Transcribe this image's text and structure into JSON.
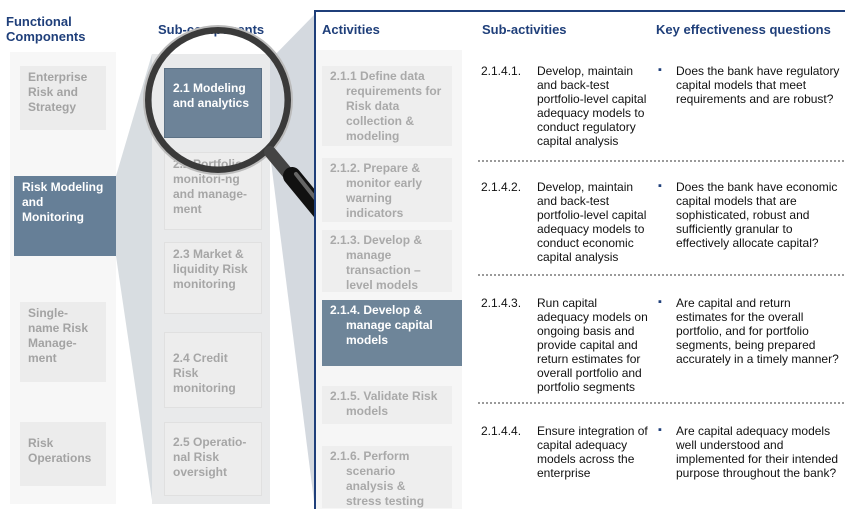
{
  "headers": {
    "functional": "Functional Components",
    "subcomponents": "Sub-components",
    "activities": "Activities",
    "subactivities": "Sub-activities",
    "questions": "Key effectiveness questions"
  },
  "functional_components": [
    {
      "label": "Enterprise Risk and Strategy"
    },
    {
      "label": "Risk Modeling and Monitoring"
    },
    {
      "label": "Single-name Risk Manage-ment"
    },
    {
      "label": "Risk Operations"
    }
  ],
  "subcomponents": [
    {
      "label": "2.1 Modeling and analytics"
    },
    {
      "label": "2.2 Portfolio monitori-ng and manage-ment"
    },
    {
      "label": "2.3 Market & liquidity Risk monitoring"
    },
    {
      "label": "2.4 Credit Risk monitoring"
    },
    {
      "label": "2.5 Operatio-nal Risk oversight"
    }
  ],
  "activities": [
    {
      "label": "2.1.1 Define data requirements for Risk data collection & modeling"
    },
    {
      "label": "2.1.2. Prepare & monitor early warning indicators"
    },
    {
      "label": "2.1.3. Develop & manage transaction – level models"
    },
    {
      "label": "2.1.4. Develop & manage capital models"
    },
    {
      "label": "2.1.5. Validate Risk models"
    },
    {
      "label": "2.1.6. Perform scenario analysis & stress testing"
    }
  ],
  "rows": [
    {
      "num": "2.1.4.1.",
      "text": "Develop, maintain and back-test portfolio-level capital adequacy models to conduct regulatory capital analysis",
      "question": "Does the bank have regulatory capital models that meet requirements and are robust?"
    },
    {
      "num": "2.1.4.2.",
      "text": "Develop, maintain and back-test portfolio-level capital adequacy models to conduct economic capital analysis",
      "question": "Does the bank have economic capital models that are sophisticated, robust and sufficiently granular to effectively allocate capital?"
    },
    {
      "num": "2.1.4.3.",
      "text": "Run capital adequacy models on ongoing basis and provide capital and return estimates for overall portfolio and portfolio segments",
      "question": "Are capital and return estimates for the overall portfolio, and for portfolio segments, being prepared accurately in a timely manner?"
    },
    {
      "num": "2.1.4.4.",
      "text": "Ensure integration of capital adequacy models across the enterprise",
      "question": "Are capital adequacy models well understood and implemented for their intended purpose throughout the bank?"
    }
  ],
  "bullet_glyph": "▪",
  "colors": {
    "header": "#1f3f7a",
    "selected": "#667f97",
    "inactive": "#ececec"
  }
}
